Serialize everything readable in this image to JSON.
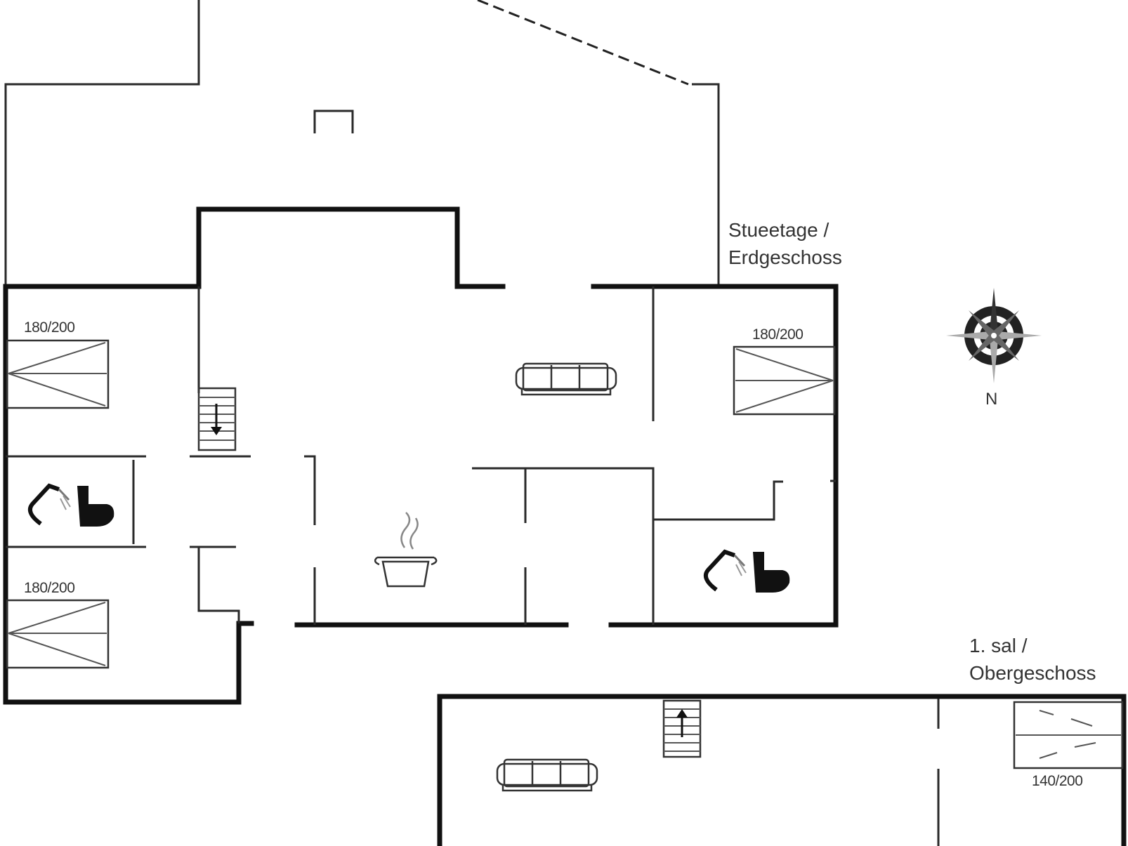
{
  "floor_labels": {
    "ground": [
      "Stueetage /",
      "Erdgeschoss"
    ],
    "upper": [
      "1. sal /",
      "Obergeschoss"
    ]
  },
  "bed_sizes": {
    "ground_left_top": "180/200",
    "ground_left_bottom": "180/200",
    "ground_right": "180/200",
    "upper_right": "140/200"
  },
  "compass": {
    "north_label": "N"
  },
  "icons": {
    "bathroom": "shower-toilet-icon",
    "kitchen": "cooking-pot-icon",
    "living": "sofa-icon",
    "stairs": "staircase-icon",
    "compass": "compass-rose-icon"
  }
}
